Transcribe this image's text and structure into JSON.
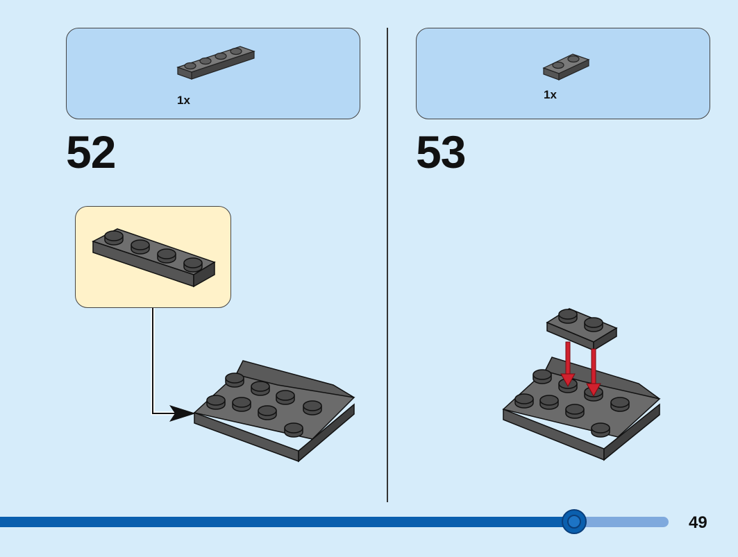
{
  "steps": [
    {
      "number": "52",
      "parts_quantity": "1x",
      "part_icon": "plate-1x4-dark-gray-icon"
    },
    {
      "number": "53",
      "parts_quantity": "1x",
      "part_icon": "plate-1x2-dark-gray-icon"
    }
  ],
  "page": {
    "number": "49"
  },
  "colors": {
    "background": "#d6ecfa",
    "parts_box": "#b5d8f5",
    "callout": "#fff2c9",
    "brick": "#6b6b6b",
    "arrow_red": "#d0212e",
    "footer_blue": "#0a5fae"
  }
}
